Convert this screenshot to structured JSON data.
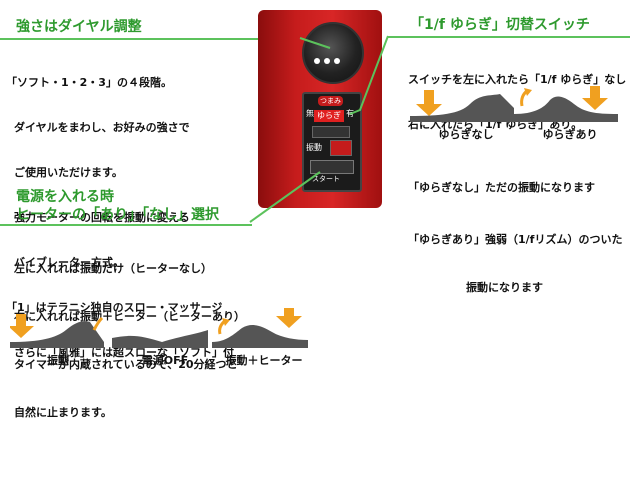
{
  "left_section": {
    "title": "強さはダイヤル調整",
    "lines": [
      "「ソフト・1・2・3」の４段階。",
      "ダイヤルをまわし、お好みの強さで",
      "ご使用いただけます。",
      "強力モーターの回転を振動に変える",
      "バイブレーター方式。",
      "「1」はテラニシ独自のスロー・マッサージ",
      "さらに「風雅」には超スローな「ソフト」付"
    ]
  },
  "right_section": {
    "title": "「1/f ゆらぎ」切替スイッチ",
    "lines": [
      "スイッチを左に入れたら「1/f ゆらぎ」なし",
      "右に入れたら「1/f ゆらぎ」あり。"
    ],
    "captions": [
      "ゆらぎなし",
      "ゆらぎあり"
    ],
    "notes": [
      "「ゆらぎなし」ただの振動になります",
      "「ゆらぎあり」強弱（1/fリズム）のついた",
      "振動になります"
    ]
  },
  "power_section": {
    "title_line1": "電源を入れる時",
    "title_line2": "ヒーターの「あり」「なし」選択",
    "lines": [
      "左に入れれば振動だけ（ヒーターなし）",
      "右に入れれば振動＋ヒーター（ヒーターあり）",
      "タイマーが内蔵されているので、20分経つと",
      "自然に止まります。"
    ],
    "captions": [
      "振動",
      "電源OFF",
      "振動＋ヒーター"
    ]
  },
  "device": {
    "panel_top_label": "つまみ",
    "panel_left": "無",
    "panel_right": "有",
    "panel_yuragi": "ゆらぎ",
    "panel_shindo": "振動",
    "panel_start": "スタート"
  },
  "colors": {
    "title_green": "#2e9a2e",
    "line_green": "#5cc25c",
    "arrow_orange": "#f0a020"
  }
}
